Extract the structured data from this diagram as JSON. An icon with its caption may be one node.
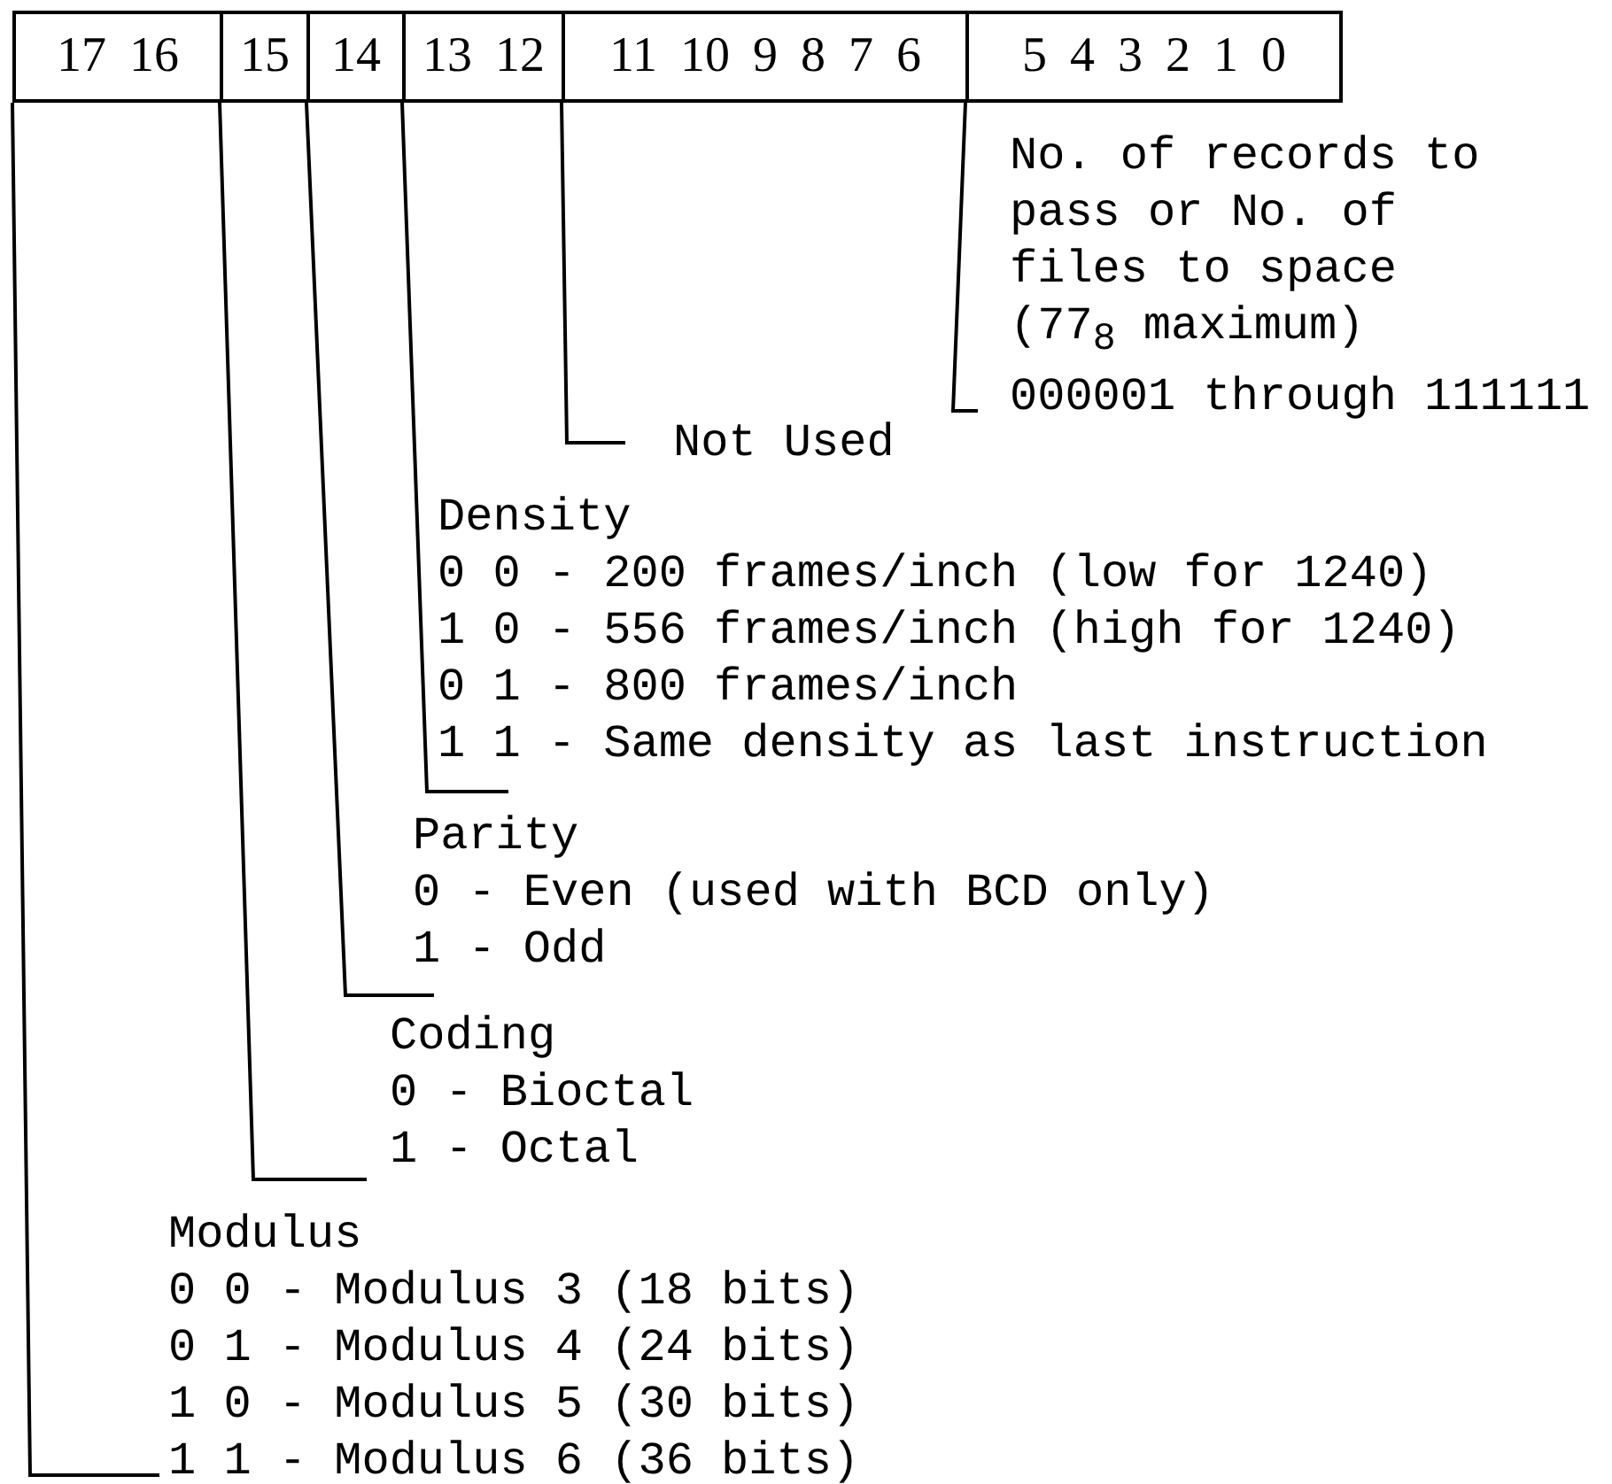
{
  "diagram": {
    "nodes": [
      {
        "text": [
          "17 16"
        ]
      },
      {
        "text": [
          "15"
        ]
      },
      {
        "text": [
          "14"
        ]
      },
      {
        "text": [
          "13 12"
        ]
      },
      {
        "text": [
          "11 10 9 8 7 6"
        ]
      },
      {
        "text": [
          "5 4 3 2 1 0"
        ]
      },
      {
        "text": [
          "No. of records to pass or No. of files to space (77$_{8}$ maximum)",
          "000001 through 111111"
        ]
      },
      {
        "text": [
          "Not Used"
        ]
      },
      {
        "text": [
          "Density",
          "0 0 - 200 frames/inch (low for 1240)",
          "1 0 - 556 frames/inch (high for 1240)",
          "0 1 - 800 frames/inch",
          "1 1 - Same density as last instruction"
        ]
      },
      {
        "text": [
          "Parity",
          "0 - Even (used with BCD only)",
          "1 - Odd"
        ]
      },
      {
        "text": [
          "Coding",
          "0 - Bioctal",
          "1 - Octal"
        ]
      },
      {
        "text": [
          "Modulus",
          "0 0 - Modulus 3 (18 bits)",
          "0 1 - Modulus 4 (24 bits)",
          "1 0 - Modulus 5 (30 bits)",
          "1 1 - Modulus 6 (36 bits)"
        ]
      }
    ],
    "edges": [
      {
        "from": 5,
        "to": 6,
        "arrow": "none"
      },
      {
        "from": 4,
        "to": 7,
        "arrow": "none"
      },
      {
        "from": 3,
        "to": 8,
        "arrow": "none"
      },
      {
        "from": 2,
        "to": 9,
        "arrow": "none"
      },
      {
        "from": 1,
        "to": 10,
        "arrow": "none"
      },
      {
        "from": 0,
        "to": 11,
        "arrow": "none"
      }
    ]
  }
}
